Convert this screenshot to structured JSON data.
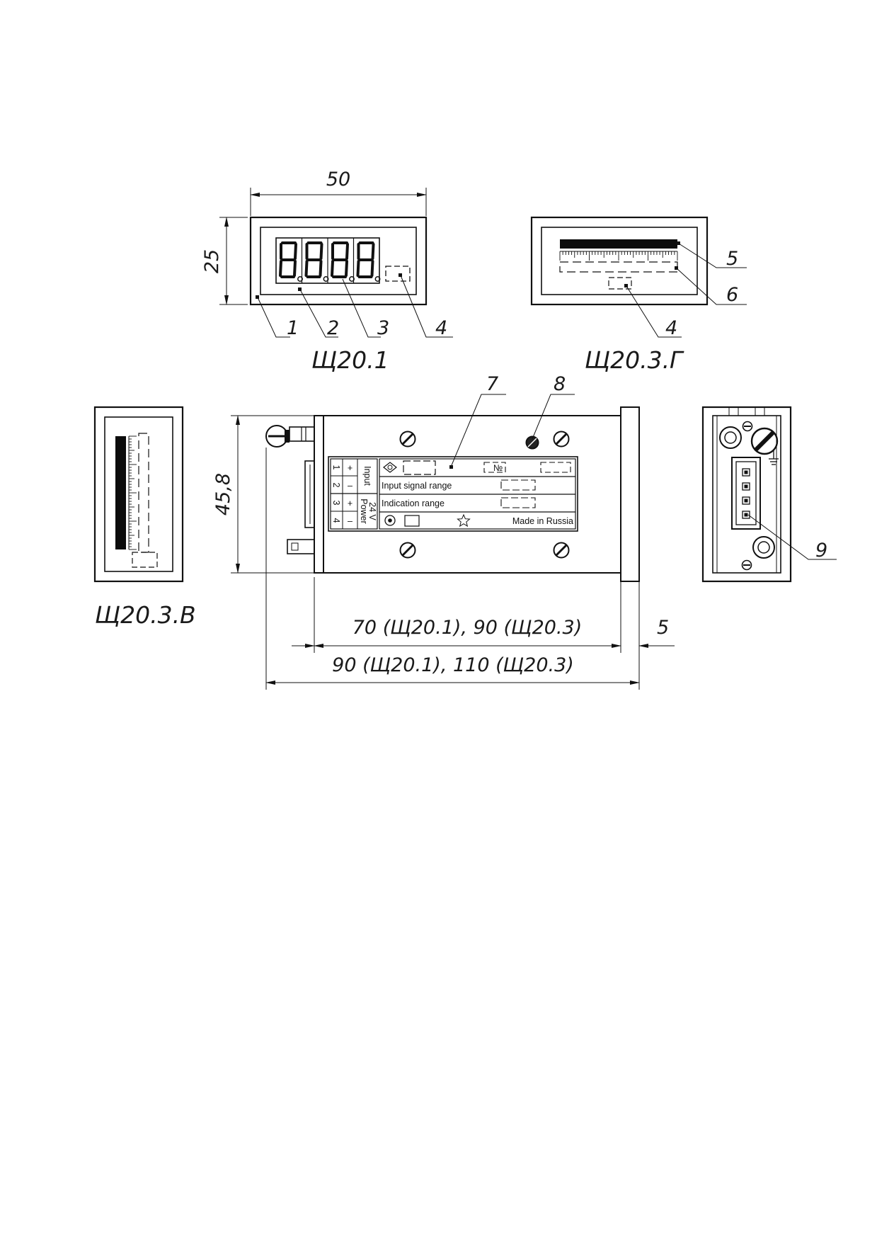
{
  "dimensions": {
    "front_width": "50",
    "front_height": "25",
    "body_height": "45,8",
    "body_length": "70 (Щ20.1),  90 (Щ20.3)",
    "flange": "5",
    "total_length": "90 (Щ20.1),  110 (Щ20.3)"
  },
  "captions": {
    "digital_front": "Щ20.1",
    "horizontal_bar": "Щ20.3.Г",
    "vertical_bar": "Щ20.3.В"
  },
  "callouts": [
    "1",
    "2",
    "3",
    "4",
    "5",
    "6",
    "7",
    "8",
    "9"
  ],
  "nameplate": {
    "number_label": "№",
    "input_signal_range": "Input signal range",
    "indication_range": "Indication range",
    "made_in": "Made in Russia",
    "terminals": [
      "1",
      "2",
      "3",
      "4"
    ],
    "polarity": [
      "+",
      "–",
      "+",
      "–"
    ],
    "input_label": "Input",
    "power_label": "Power",
    "power_voltage": "24 V"
  },
  "icons": [
    "quality-mark-icon",
    "approval-mark-icon",
    "star-icon",
    "ground-icon",
    "screw-icon"
  ]
}
